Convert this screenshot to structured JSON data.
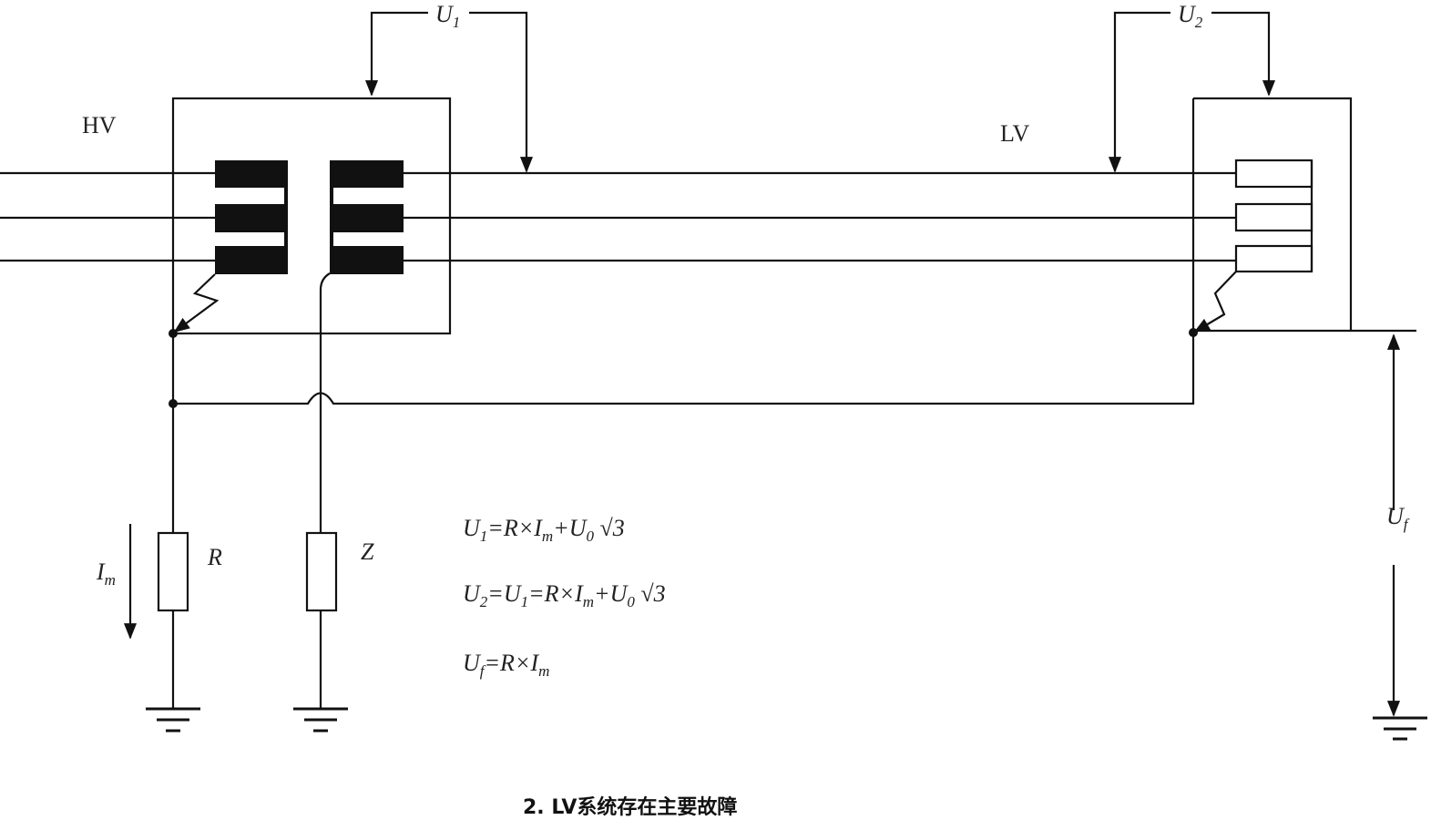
{
  "labels": {
    "hv": "HV",
    "lv": "LV",
    "u1": {
      "main": "U",
      "sub": "1"
    },
    "u2": {
      "main": "U",
      "sub": "2"
    },
    "uf": {
      "main": "U",
      "sub": "f"
    },
    "im": {
      "main": "I",
      "sub": "m"
    },
    "r": "R",
    "z": "Z"
  },
  "formulas": [
    [
      {
        "t": "U"
      },
      {
        "t": "1",
        "sub": true
      },
      {
        "t": "=R×I"
      },
      {
        "t": "m",
        "sub": true
      },
      {
        "t": "+U"
      },
      {
        "t": "0",
        "sub": true
      },
      {
        "t": " √3"
      }
    ],
    [
      {
        "t": "U"
      },
      {
        "t": "2",
        "sub": true
      },
      {
        "t": "=U"
      },
      {
        "t": "1",
        "sub": true
      },
      {
        "t": "=R×I"
      },
      {
        "t": "m",
        "sub": true
      },
      {
        "t": "+U"
      },
      {
        "t": "0",
        "sub": true
      },
      {
        "t": " √3"
      }
    ],
    [
      {
        "t": "U"
      },
      {
        "t": "f",
        "sub": true
      },
      {
        "t": "=R×I"
      },
      {
        "t": "m",
        "sub": true
      }
    ]
  ],
  "caption": "2. LV系统存在主要故障"
}
